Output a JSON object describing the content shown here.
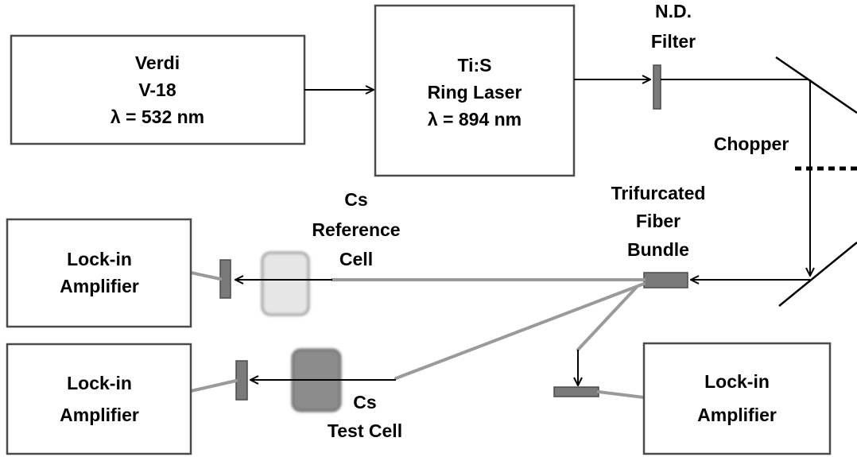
{
  "verdi": {
    "line1": "Verdi",
    "line2": "V-18",
    "line3": "λ = 532 nm"
  },
  "tis": {
    "line1": "Ti:S",
    "line2": "Ring Laser",
    "line3": "λ = 894 nm"
  },
  "nd_filter": {
    "line1": "N.D.",
    "line2": "Filter"
  },
  "chopper": {
    "label": "Chopper"
  },
  "trifurcated": {
    "line1": "Trifurcated",
    "line2": "Fiber",
    "line3": "Bundle"
  },
  "cs_reference": {
    "line1": "Cs",
    "line2": "Reference",
    "line3": "Cell"
  },
  "cs_test": {
    "line1": "Cs",
    "line2": "Test Cell"
  },
  "lockin_1": {
    "line1": "Lock-in",
    "line2": "Amplifier"
  },
  "lockin_2": {
    "line1": "Lock-in",
    "line2": "Amplifier"
  },
  "lockin_3": {
    "line1": "Lock-in",
    "line2": "Amplifier"
  },
  "colors": {
    "fiber": "#9a9a9a",
    "detector": "#7a7a7a",
    "test_cell": "#8c8c8c",
    "reference_cell": "#e6e6e6"
  }
}
